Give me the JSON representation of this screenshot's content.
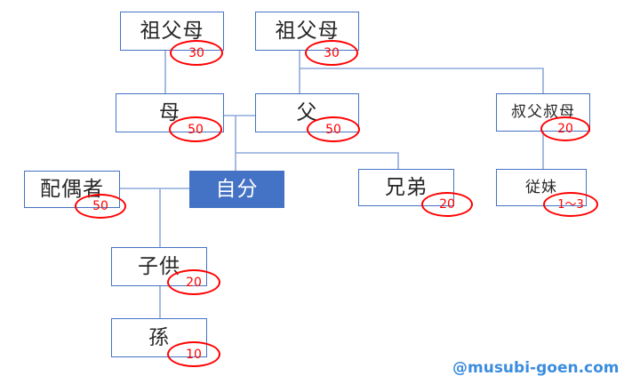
{
  "diagram": {
    "title": "family-relationship-chart",
    "colors": {
      "box_border": "#4472C4",
      "self_fill": "#4472C4",
      "self_text": "#FFFFFF",
      "badge": "#FF0000",
      "connector": "#8FAADC",
      "watermark": "#3C8DDE",
      "text": "#262626",
      "background": "#FFFFFF"
    },
    "nodes": [
      {
        "id": "grandparents-left",
        "label": "祖父母",
        "badge": "30",
        "highlight": false
      },
      {
        "id": "grandparents-right",
        "label": "祖父母",
        "badge": "30",
        "highlight": false
      },
      {
        "id": "mother",
        "label": "母",
        "badge": "50",
        "highlight": false
      },
      {
        "id": "father",
        "label": "父",
        "badge": "50",
        "highlight": false
      },
      {
        "id": "uncle-aunt",
        "label": "叔父叔母",
        "badge": "20",
        "highlight": false
      },
      {
        "id": "spouse",
        "label": "配偶者",
        "badge": "50",
        "highlight": false
      },
      {
        "id": "self",
        "label": "自分",
        "badge": "",
        "highlight": true
      },
      {
        "id": "sibling",
        "label": "兄弟",
        "badge": "20",
        "highlight": false
      },
      {
        "id": "cousin",
        "label": "従妹",
        "badge": "1〜3",
        "highlight": false
      },
      {
        "id": "child",
        "label": "子供",
        "badge": "20",
        "highlight": false
      },
      {
        "id": "grandchild",
        "label": "孫",
        "badge": "10",
        "highlight": false
      }
    ],
    "watermark": "@musubi-goen.com"
  }
}
